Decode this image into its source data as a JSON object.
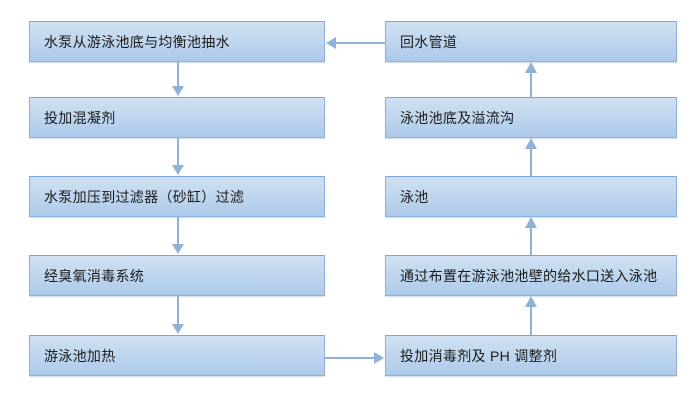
{
  "diagram": {
    "title": "swimming-pool-water-treatment-flowchart",
    "accent_color": "#90b1d8",
    "node_fill_top": "#cfe0f2",
    "node_fill_bottom": "#adc9e9",
    "node_border": "#8db3de",
    "left_column": [
      {
        "id": "pump-intake",
        "label": "水泵从游泳池底与均衡池抽水"
      },
      {
        "id": "coagulant",
        "label": "投加混凝剂"
      },
      {
        "id": "sand-filter",
        "label": "水泵加压到过滤器（砂缸）过滤"
      },
      {
        "id": "ozone",
        "label": "经臭氧消毒系统"
      },
      {
        "id": "pool-heating",
        "label": "游泳池加热"
      }
    ],
    "right_column": [
      {
        "id": "return-pipe",
        "label": "回水管道"
      },
      {
        "id": "pool-bottom",
        "label": "泳池池底及溢流沟"
      },
      {
        "id": "pool",
        "label": "泳池"
      },
      {
        "id": "inlet-supply",
        "label": "通过布置在游泳池池壁的给水口送入泳池"
      },
      {
        "id": "disinfectant",
        "label": "投加消毒剂及 PH 调整剂"
      }
    ],
    "connectors": [
      {
        "id": "arrow-pump-to-coagulant",
        "direction": "down"
      },
      {
        "id": "arrow-coagulant-to-filter",
        "direction": "down"
      },
      {
        "id": "arrow-filter-to-ozone",
        "direction": "down"
      },
      {
        "id": "arrow-ozone-to-heating",
        "direction": "down"
      },
      {
        "id": "arrow-heating-to-disinfectant",
        "direction": "right"
      },
      {
        "id": "arrow-disinfectant-to-inlet",
        "direction": "up"
      },
      {
        "id": "arrow-inlet-to-pool",
        "direction": "up"
      },
      {
        "id": "arrow-pool-to-bottom",
        "direction": "up"
      },
      {
        "id": "arrow-bottom-to-return",
        "direction": "up"
      },
      {
        "id": "arrow-return-to-pump",
        "direction": "left"
      }
    ]
  }
}
